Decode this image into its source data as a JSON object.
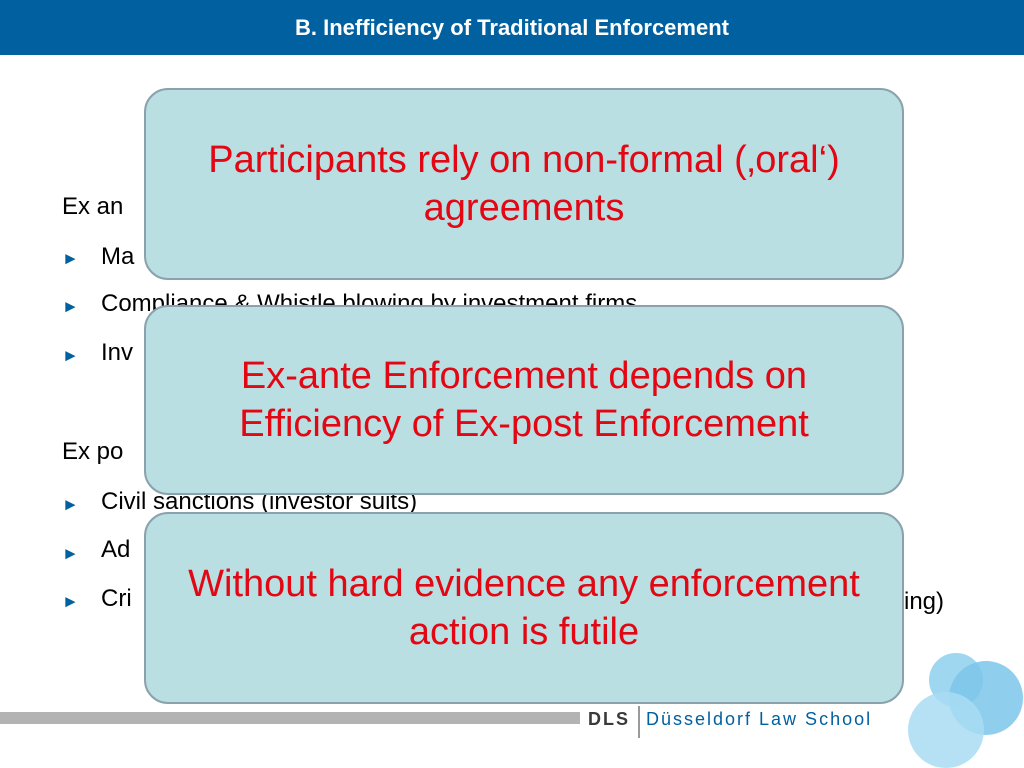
{
  "header": {
    "title": "B. Inefficiency of Traditional Enforcement"
  },
  "content": {
    "ex_ante_heading_visible": "Ex an",
    "ex_ante_items": [
      "Ma",
      "Compliance & Whistle blowing by investment firms",
      "Inv"
    ],
    "ex_post_heading_visible": "Ex po",
    "ex_post_items": [
      "Civil sanctions (investor suits)",
      "Ad",
      "Cri"
    ],
    "ex_post_trailing_visible": "ing)"
  },
  "callouts": [
    "Participants rely on non-formal (‚oral‘) agreements",
    "Ex-ante Enforcement depends on Efficiency of Ex-post Enforcement",
    "Without hard evidence any enforcement action is futile"
  ],
  "footer": {
    "logo_abbrev": "DLS",
    "logo_name": "Düsseldorf Law School"
  },
  "colors": {
    "header_bg": "#0060a0",
    "callout_bg": "#badfe2",
    "callout_text": "#e30613",
    "bullet": "#0060a0"
  },
  "icons": {
    "bullet": "triangle-right-icon",
    "logo": "overlapping-circles-logo"
  }
}
